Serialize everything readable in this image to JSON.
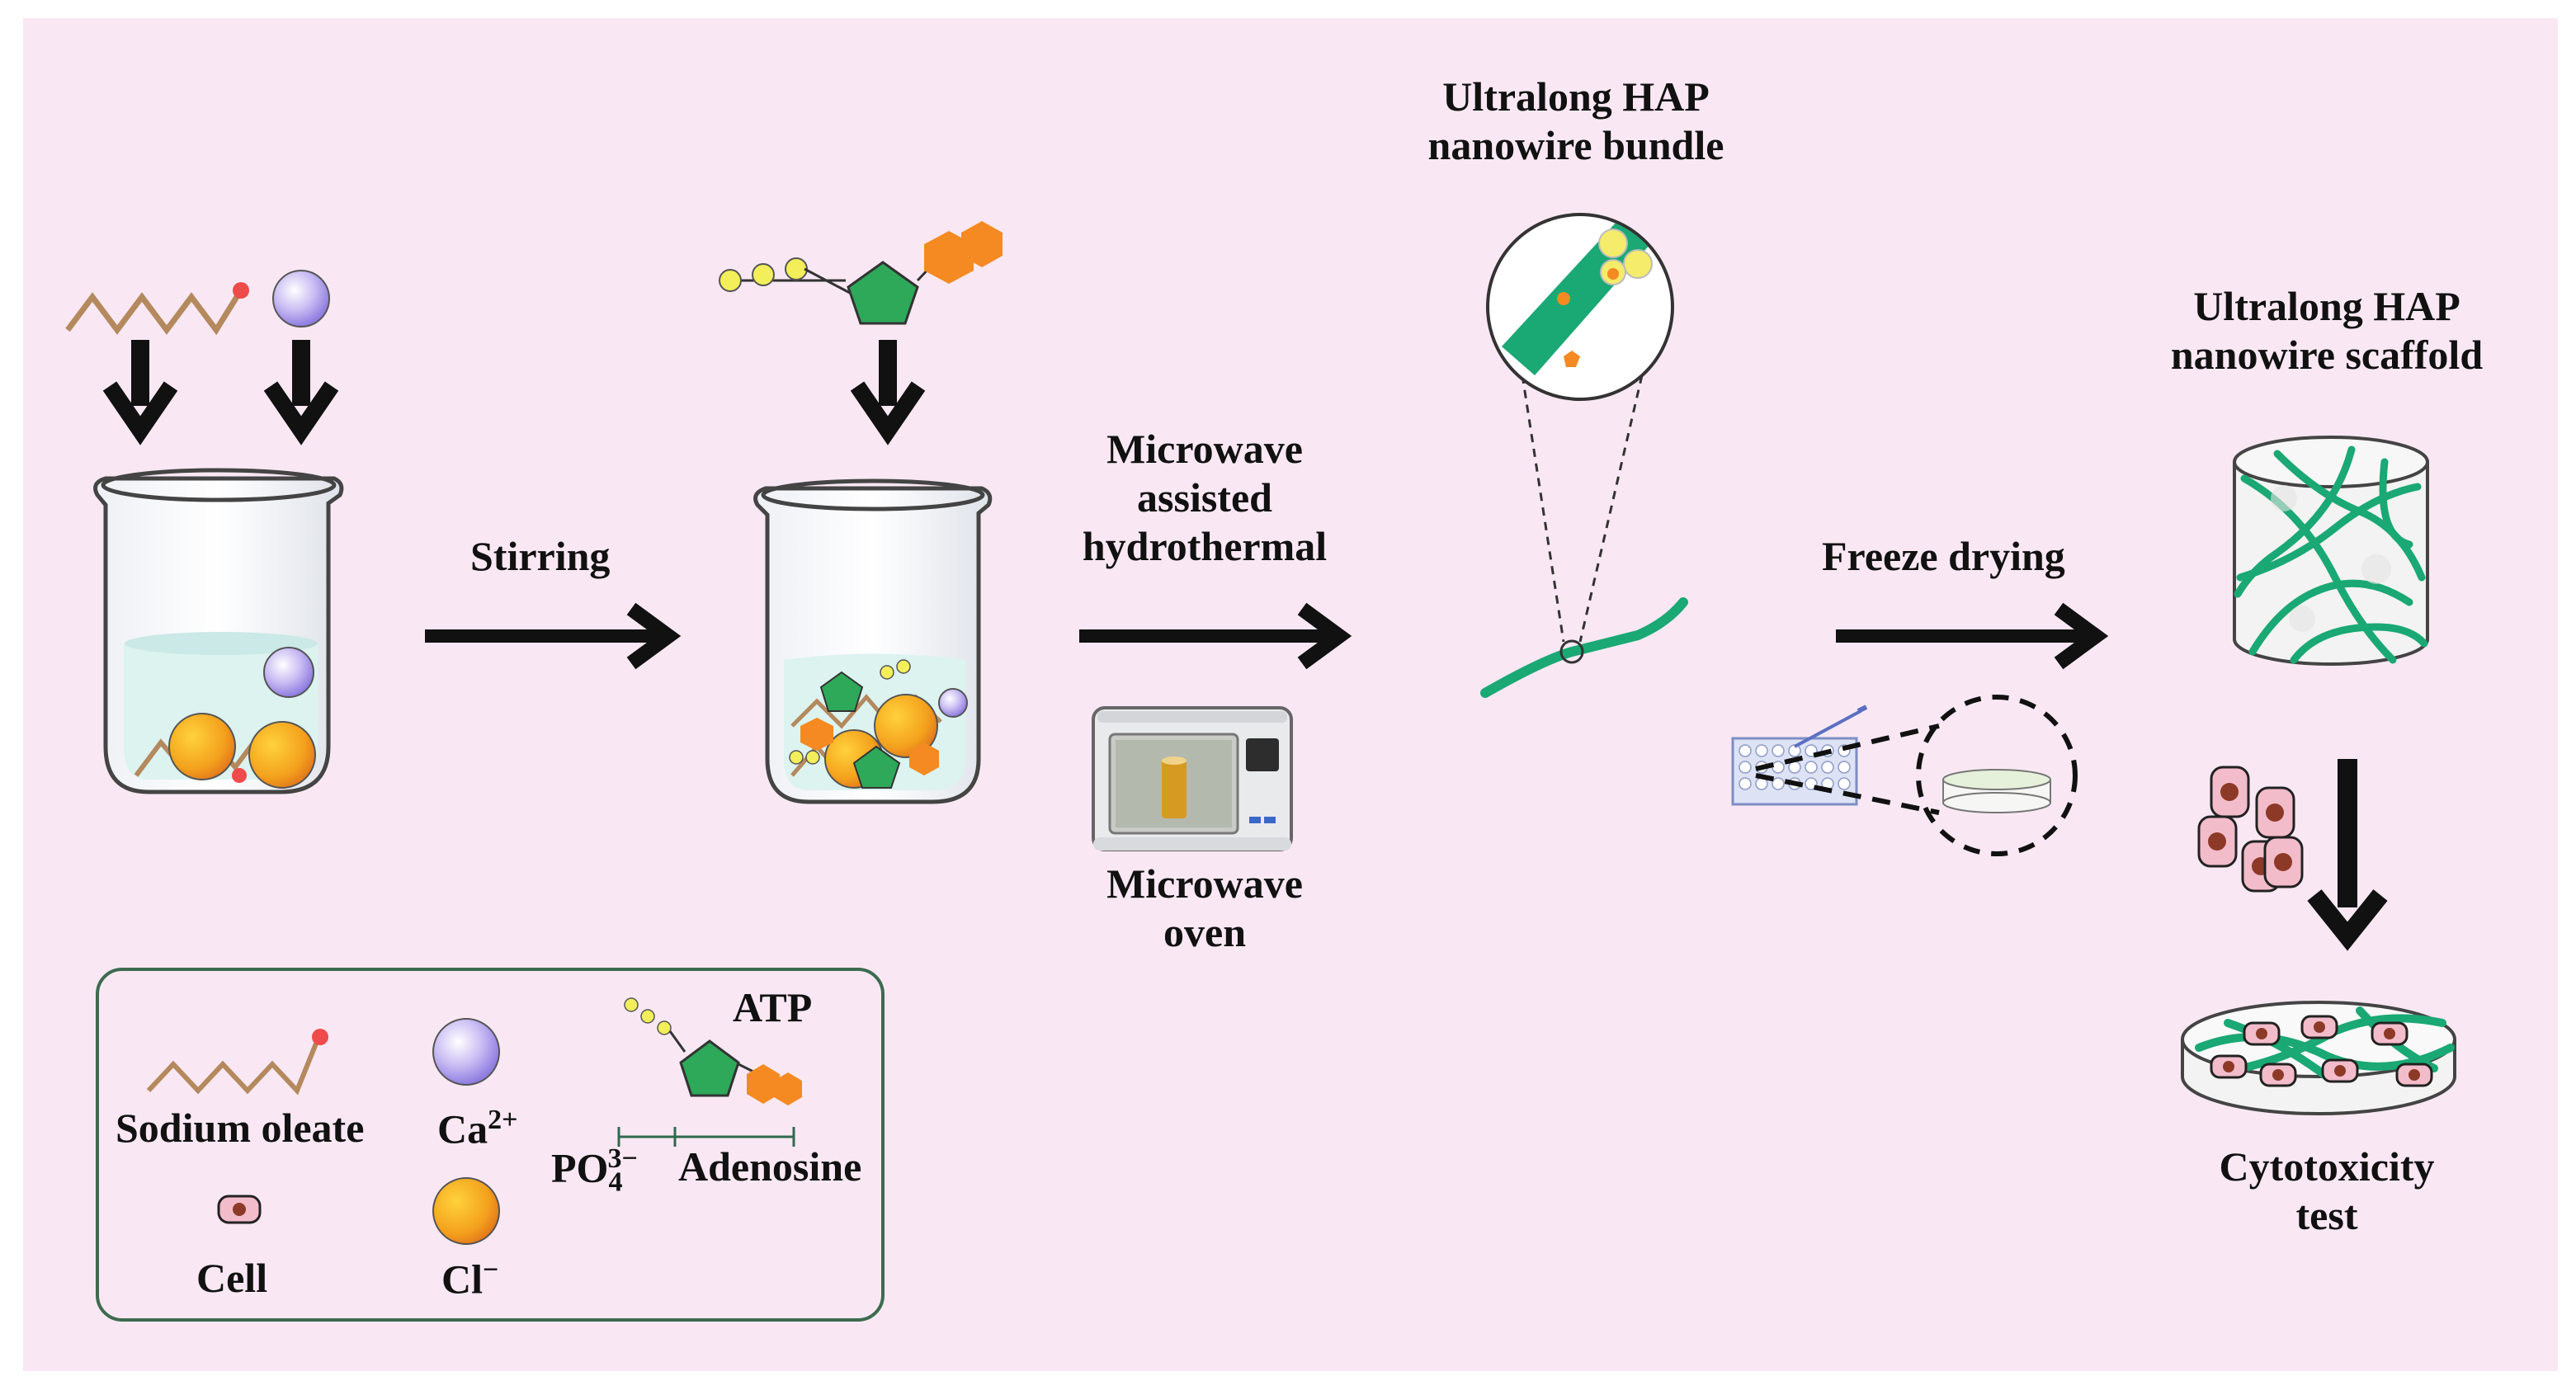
{
  "colors": {
    "background": "#f9e8f3",
    "nanowire": "#1aa874",
    "calcium": "#b8a8ee",
    "chloride": "#f5a11e",
    "oleate_chain": "#b4895e",
    "oleate_head": "#ee4b4b",
    "adenosine_pentagon": "#2ea859",
    "adenine_hexagon": "#f48a21",
    "phosphate": "#f2ef5a",
    "cell": "#f3bccb",
    "cell_nucleus": "#8c3a27",
    "water": "#dcf3f0"
  },
  "steps": {
    "stirring": "Stirring",
    "microwave_line1": "Microwave",
    "microwave_line2": "assisted",
    "microwave_line3": "hydrothermal",
    "oven_line1": "Microwave",
    "oven_line2": "oven",
    "bundle_line1": "Ultralong HAP",
    "bundle_line2": "nanowire bundle",
    "freeze": "Freeze drying",
    "scaffold_line1": "Ultralong HAP",
    "scaffold_line2": "nanowire scaffold",
    "cyto_line1": "Cytotoxicity",
    "cyto_line2": "test"
  },
  "legend": {
    "sodium_oleate": "Sodium oleate",
    "calcium": "Ca",
    "calcium_sup": "2+",
    "cell": "Cell",
    "chloride": "Cl",
    "chloride_sup": "−",
    "atp": "ATP",
    "phosphate": "PO",
    "phosphate_sub": "4",
    "phosphate_sup": "3−",
    "adenosine": "Adenosine"
  },
  "icons": [
    "down-arrow-icon",
    "right-arrow-icon",
    "beaker-icon",
    "microwave-oven-icon",
    "magnifier-circle-icon",
    "well-plate-icon",
    "petri-dish-icon",
    "scaffold-cylinder-icon",
    "cell-icon"
  ]
}
